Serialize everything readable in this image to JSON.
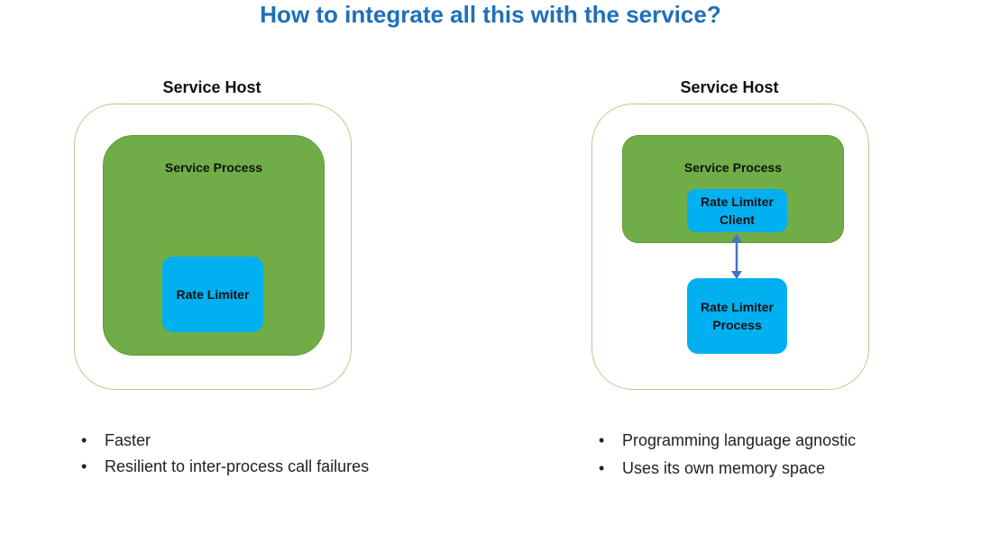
{
  "title": "How to integrate all this with the service?",
  "left": {
    "host_label": "Service Host",
    "process_label": "Service Process",
    "rate_limiter": "Rate Limiter",
    "bullets": [
      "Faster",
      "Resilient to inter-process call  failures"
    ]
  },
  "right": {
    "host_label": "Service Host",
    "process_label": "Service Process",
    "client_line1": "Rate Limiter",
    "client_line2": "Client",
    "process_line1": "Rate Limiter",
    "process_line2": "Process",
    "bullets": [
      "Programming language agnostic",
      "Uses its own memory space"
    ]
  },
  "colors": {
    "title": "#1F6FB8",
    "host_border": "#A9D18E",
    "process_fill": "#70AD47",
    "rate_limiter_fill": "#00B0F0",
    "arrow": "#4472C4"
  }
}
